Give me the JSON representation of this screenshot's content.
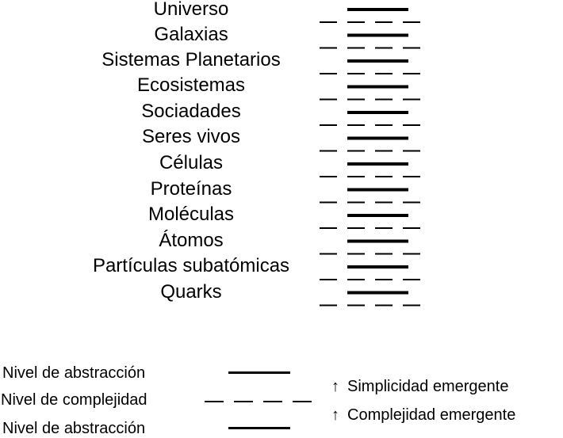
{
  "levels": [
    "Universo",
    "Galaxias",
    "Sistemas Planetarios",
    "Ecosistemas",
    "Sociadades",
    "Seres vivos",
    "Células",
    "Proteínas",
    "Moléculas",
    "Átomos",
    "Partículas subatómicas",
    "Quarks"
  ],
  "legend": {
    "abstraction_top": "Nivel de abstracción",
    "complexity": "Nivel de complejidad",
    "abstraction_bottom": "Nivel de abstracción",
    "arrow_symbol": "↑",
    "emergent_simplicity": "Simplicidad emergente",
    "emergent_complexity": "Complejidad emergente"
  }
}
